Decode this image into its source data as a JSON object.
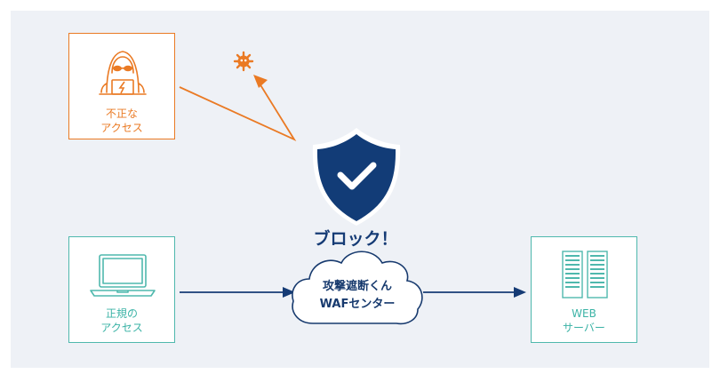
{
  "nodes": {
    "unauthorized": {
      "label": "不正な\nアクセス"
    },
    "legitimate": {
      "label": "正規の\nアクセス"
    },
    "server": {
      "label": "WEB\nサーバー"
    }
  },
  "waf": {
    "label": "攻撃遮断くん\nWAFセンター"
  },
  "shield": {
    "label": "ブロック！"
  },
  "colors": {
    "background": "#eef1f6",
    "attack": "#ea7a24",
    "normal": "#4fb8ad",
    "navy": "#153b75"
  },
  "icons": {
    "unauthorized": "hacker-icon",
    "legitimate": "laptop-icon",
    "server": "server-rack-icon",
    "shield": "shield-check-icon",
    "virus": "virus-icon",
    "cloud": "cloud-icon"
  }
}
